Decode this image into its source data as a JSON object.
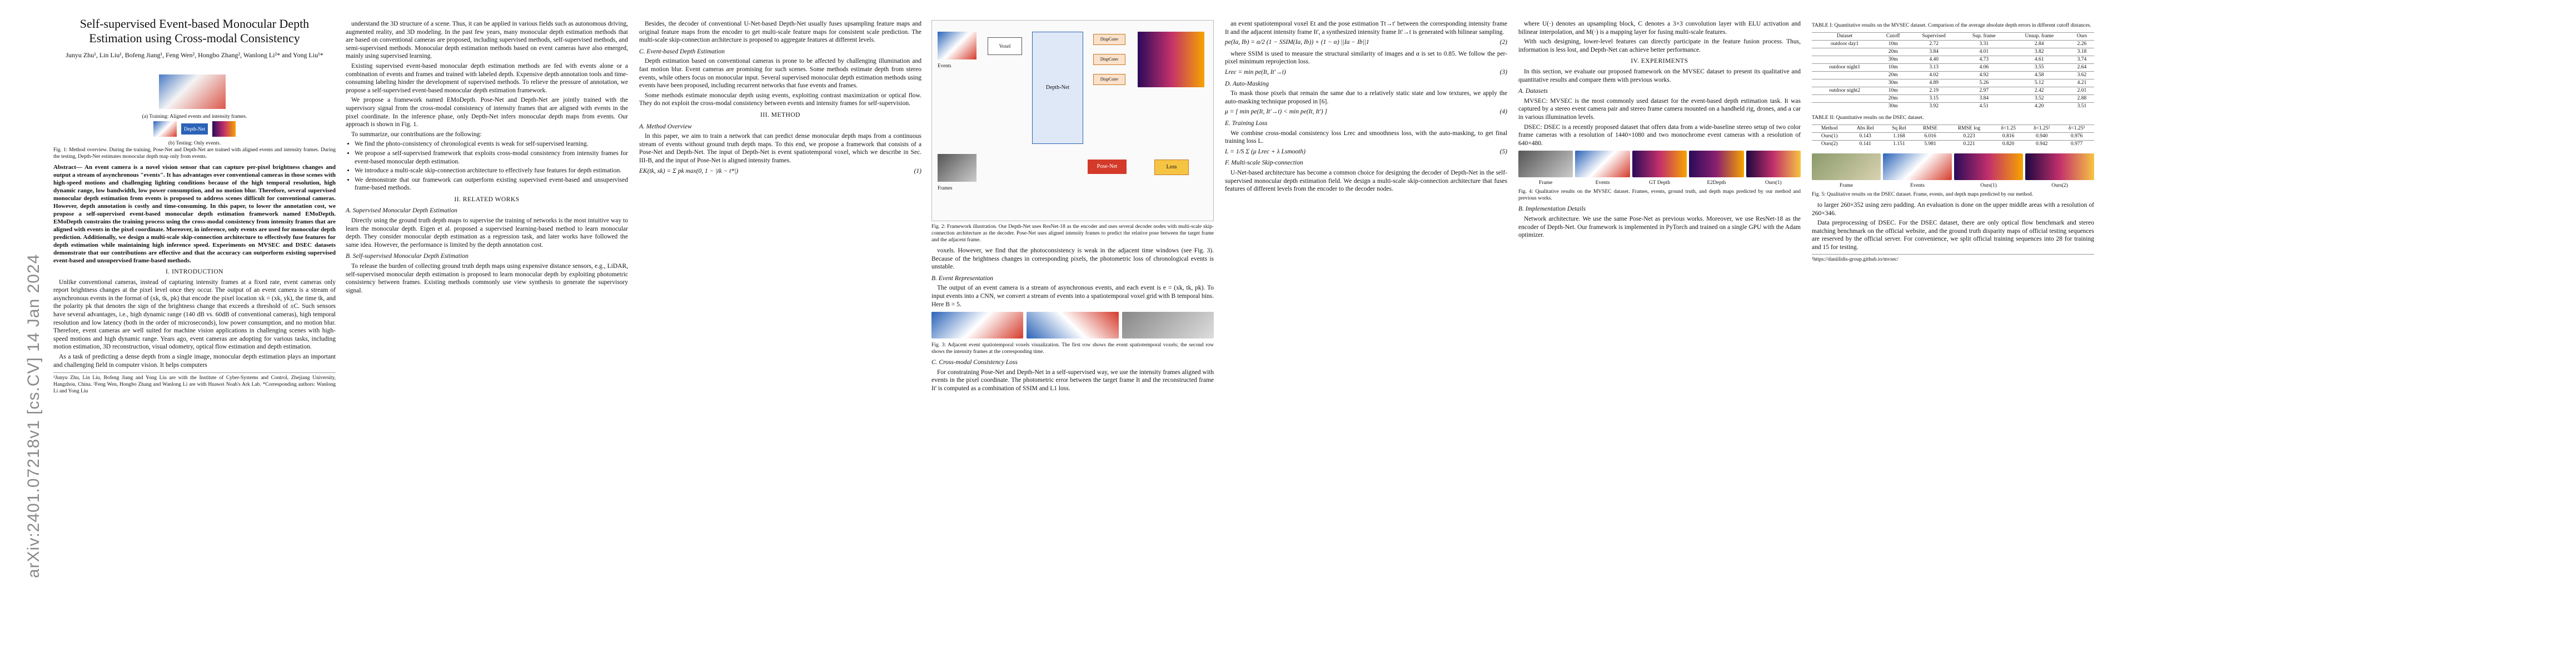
{
  "arxiv_id": "arXiv:2401.07218v1 [cs.CV] 14 Jan 2024",
  "title": "Self-supervised Event-based Monocular Depth Estimation using Cross-modal Consistency",
  "authors": "Junyu Zhu¹, Lin Liu¹, Bofeng Jiang¹, Feng Wen², Hongbo Zhang², Wanlong Li²* and Yong Liu¹*",
  "abstract": "Abstract— An event camera is a novel vision sensor that can capture per-pixel brightness changes and output a stream of asynchronous \"events\". It has advantages over conventional cameras in those scenes with high-speed motions and challenging lighting conditions because of the high temporal resolution, high dynamic range, low bandwidth, low power consumption, and no motion blur. Therefore, several supervised monocular depth estimation from events is proposed to address scenes difficult for conventional cameras. However, depth annotation is costly and time-consuming. In this paper, to lower the annotation cost, we propose a self-supervised event-based monocular depth estimation framework named EMoDepth. EMoDepth constrains the training process using the cross-modal consistency from intensity frames that are aligned with events in the pixel coordinate. Moreover, in inference, only events are used for monocular depth prediction. Additionally, we design a multi-scale skip-connection architecture to effectively fuse features for depth estimation while maintaining high inference speed. Experiments on MVSEC and DSEC datasets demonstrate that our contributions are effective and that the accuracy can outperform existing supervised event-based and unsupervised frame-based methods.",
  "fig1": {
    "label_a": "(a) Training: Aligned events and intensity frames.",
    "label_b": "(b) Testing: Only events.",
    "block": "Depth-Net",
    "caption": "Fig. 1: Method overview. During the training, Pose-Net and Depth-Net are trained with aligned events and intensity frames. During the testing, Depth-Net estimates monocular depth map only from events."
  },
  "s1": {
    "heading": "I. INTRODUCTION",
    "p1": "Unlike conventional cameras, instead of capturing intensity frames at a fixed rate, event cameras only report brightness changes at the pixel level once they occur. The output of an event camera is a stream of asynchronous events in the format of (xk, tk, pk) that encode the pixel location xk = (xk, yk), the time tk, and the polarity pk that denotes the sign of the brightness change that exceeds a threshold of ±C. Such sensors have several advantages, i.e., high dynamic range (140 dB vs. 60dB of conventional cameras), high temporal resolution and low latency (both in the order of microseconds), low power consumption, and no motion blur. Therefore, event cameras are well suited for machine vision applications in challenging scenes with high-speed motions and high dynamic range. Years ago, event cameras are adopting for various tasks, including motion estimation, 3D reconstruction, visual odometry, optical flow estimation and depth estimation.",
    "p2": "As a task of predicting a dense depth from a single image, monocular depth estimation plays an important and challenging field in computer vision. It helps computers"
  },
  "footnote": "¹Junyu Zhu, Lin Liu, Bofeng Jiang and Yong Liu are with the Institute of Cyber-Systems and Control, Zhejiang University, Hangzhou, China. ²Feng Wen, Hongbo Zhang and Wanlong Li are with Huawei Noah's Ark Lab. *Corresponding authors: Wanlong Li and Yong Liu",
  "c2": {
    "p1": "understand the 3D structure of a scene. Thus, it can be applied in various fields such as autonomous driving, augmented reality, and 3D modeling. In the past few years, many monocular depth estimation methods that are based on conventional cameras are proposed, including supervised methods, self-supervised methods, and semi-supervised methods. Monocular depth estimation methods based on event cameras have also emerged, mainly using supervised learning.",
    "p2": "Existing supervised event-based monocular depth estimation methods are fed with events alone or a combination of events and frames and trained with labeled depth. Expensive depth annotation tools and time-consuming labeling hinder the development of supervised methods. To relieve the pressure of annotation, we propose a self-supervised event-based monocular depth estimation framework.",
    "p3": "We propose a framework named EMoDepth. Pose-Net and Depth-Net are jointly trained with the supervisory signal from the cross-modal consistency of intensity frames that are aligned with events in the pixel coordinate. In the inference phase, only Depth-Net infers monocular depth maps from events. Our approach is shown in Fig. 1.",
    "summary": "To summarize, our contributions are the following:",
    "contrib": [
      "We find the photo-consistency of chronological events is weak for self-supervised learning.",
      "We propose a self-supervised framework that exploits cross-modal consistency from intensity frames for event-based monocular depth estimation.",
      "We introduce a multi-scale skip-connection architecture to effectively fuse features for depth estimation.",
      "We demonstrate that our framework can outperform existing supervised event-based and unsupervised frame-based methods."
    ],
    "s2": "II. RELATED WORKS",
    "s2a": "A. Supervised Monocular Depth Estimation",
    "p4": "Directly using the ground truth depth maps to supervise the training of networks is the most intuitive way to learn the monocular depth. Eigen et al. proposed a supervised learning-based method to learn monocular depth. They consider monocular depth estimation as a regression task, and later works have followed the same idea. However, the performance is limited by the depth annotation cost.",
    "s2b": "B. Self-supervised Monocular Depth Estimation",
    "p5": "To release the burden of collecting ground truth depth maps using expensive distance sensors, e.g., LiDAR, self-supervised monocular depth estimation is proposed to learn monocular depth by exploiting photometric consistency between frames. Existing methods commonly use view synthesis to generate the supervisory signal."
  },
  "c3": {
    "p1": "Besides, the decoder of conventional U-Net-based Depth-Net usually fuses upsampling feature maps and original feature maps from the encoder to get multi-scale feature maps for consistent scale prediction. The multi-scale skip-connection architecture is proposed to aggregate features at different levels.",
    "s2c": "C. Event-based Depth Estimation",
    "p2": "Depth estimation based on conventional cameras is prone to be affected by challenging illumination and fast motion blur. Event cameras are promising for such scenes. Some methods estimate depth from stereo events, while others focus on monocular input. Several supervised monocular depth estimation methods using events have been proposed, including recurrent networks that fuse events and frames.",
    "p3": "Some methods estimate monocular depth using events, exploiting contrast maximization or optical flow. They do not exploit the cross-modal consistency between events and intensity frames for self-supervision.",
    "s3": "III. METHOD",
    "s3a": "A. Method Overview",
    "p4": "In this paper, we aim to train a network that can predict dense monocular depth maps from a continuous stream of events without ground truth depth maps. To this end, we propose a framework that consists of a Pose-Net and Depth-Net. The input of Depth-Net is event spatiotemporal voxel, which we describe in Sec. III-B, and the input of Pose-Net is aligned intensity frames.",
    "eq1": "EK(tk, xk) = Σ pk max(0, 1 − |tk − t*|)",
    "eq1n": "(1)"
  },
  "fig2": {
    "nodes": [
      "Events",
      "Voxel",
      "Depth-Net",
      "DispConv",
      "Pose-Net",
      "Frames",
      "Loss"
    ],
    "caption": "Fig. 2: Framework illustration. Our Depth-Net uses ResNet-18 as the encoder and uses several decoder nodes with multi-scale skip-connection architecture as the decoder. Pose-Net uses aligned intensity frames to predict the relative pose between the target frame and the adjacent frame."
  },
  "c4": {
    "p1": "voxels. However, we find that the photoconsistency is weak in the adjacent time windows (see Fig. 3). Because of the brightness changes in corresponding pixels, the photometric loss of chronological events is unstable.",
    "s3b": "B. Event Representation",
    "p2": "The output of an event camera is a stream of asynchronous events, and each event is e = (xk, tk, pk). To input events into a CNN, we convert a stream of events into a spatiotemporal voxel grid with B temporal bins. Here B = 5.",
    "s3c": "C. Cross-modal Consistency Loss",
    "p3": "For constraining Pose-Net and Depth-Net in a self-supervised way, we use the intensity frames aligned with events in the pixel coordinate. The photometric error between the target frame It and the reconstructed frame It' is computed as a combination of SSIM and L1 loss.",
    "fig3_caption": "Fig. 3: Adjacent event spatiotemporal voxels visualization. The first row shows the event spatiotemporal voxels; the second row shows the intensity frames at the corresponding time."
  },
  "c5": {
    "p1": "an event spatiotemporal voxel Et and the pose estimation Tt→t' between the corresponding intensity frame It and the adjacent intensity frame It', a synthesized intensity frame It'→t is generated with bilinear sampling.",
    "eq2": "pe(Ia, Ib) = α/2 (1 − SSIM(Ia, Ib)) + (1 − α) ||Ia − Ib||1",
    "eq2n": "(2)",
    "p2": "where SSIM is used to measure the structural similarity of images and α is set to 0.85. We follow the per-pixel minimum reprojection loss.",
    "eq3": "Lrec = min pe(It, It'→t)",
    "eq3n": "(3)",
    "s3d": "D. Auto-Masking",
    "p3": "To mask those pixels that remain the same due to a relatively static state and low textures, we apply the auto-masking technique proposed in [6].",
    "eq4": "μ = [ min pe(It, It'→t) < min pe(It, It') ]",
    "eq4n": "(4)",
    "s3e": "E. Training Loss",
    "p4": "We combine cross-modal consistency loss Lrec and smoothness loss, with the auto-masking, to get final training loss L.",
    "eq5": "L = 1/S Σ (μ Lrec + λ Lsmooth)",
    "eq5n": "(5)",
    "s3f": "F. Multi-scale Skip-connection",
    "p5": "U-Net-based architecture has become a common choice for designing the decoder of Depth-Net in the self-supervised monocular depth estimation field. We design a multi-scale skip-connection architecture that fuses features of different levels from the encoder to the decoder nodes."
  },
  "c6": {
    "p1": "where U(·) denotes an upsampling block, C denotes a 3×3 convolution layer with ELU activation and bilinear interpolation, and M(·) is a mapping layer for fusing multi-scale features.",
    "p2": "With such designing, lower-level features can directly participate in the feature fusion process. Thus, information is less lost, and Depth-Net can achieve better performance.",
    "s4": "IV. EXPERIMENTS",
    "p3": "In this section, we evaluate our proposed framework on the MVSEC dataset to present its qualitative and quantitative results and compare them with previous works.",
    "s4a": "A. Datasets",
    "p4": "MVSEC: MVSEC is the most commonly used dataset for the event-based depth estimation task. It was captured by a stereo event camera pair and stereo frame camera mounted on a handheld rig, drones, and a car in various illumination levels.",
    "p5": "DSEC: DSEC is a recently proposed dataset that offers data from a wide-baseline stereo setup of two color frame cameras with a resolution of 1440×1080 and two monochrome event cameras with a resolution of 640×480.",
    "fig4_caption": "Fig. 4: Qualitative results on the MVSEC dataset. Frames, events, ground truth, and depth maps predicted by our method and previous works.",
    "fig4_labels": [
      "Frame",
      "Events",
      "GT Depth",
      "E2Depth",
      "Ours(1)"
    ],
    "s4b": "B. Implementation Details",
    "p6": "Network architecture. We use the same Pose-Net as previous works. Moreover, we use ResNet-18 as the encoder of Depth-Net. Our framework is implemented in PyTorch and trained on a single GPU with the Adam optimizer."
  },
  "table1": {
    "caption": "TABLE I: Quantitative results on the MVSEC dataset. Comparison of the average absolute depth errors in different cutoff distances.",
    "headers": [
      "Dataset",
      "Cutoff",
      "Supervised",
      "Sup. frame",
      "Unsup. frame",
      "Ours"
    ],
    "rows": [
      [
        "outdoor day1",
        "10m",
        "2.72",
        "3.31",
        "2.84",
        "2.26"
      ],
      [
        "",
        "20m",
        "3.84",
        "4.01",
        "3.82",
        "3.18"
      ],
      [
        "",
        "30m",
        "4.40",
        "4.73",
        "4.61",
        "3.74"
      ],
      [
        "outdoor night1",
        "10m",
        "3.13",
        "4.06",
        "3.55",
        "2.64"
      ],
      [
        "",
        "20m",
        "4.02",
        "4.92",
        "4.58",
        "3.62"
      ],
      [
        "",
        "30m",
        "4.89",
        "5.26",
        "5.12",
        "4.21"
      ],
      [
        "outdoor night2",
        "10m",
        "2.19",
        "2.97",
        "2.42",
        "2.01"
      ],
      [
        "",
        "20m",
        "3.15",
        "3.84",
        "3.52",
        "2.88"
      ],
      [
        "",
        "30m",
        "3.92",
        "4.51",
        "4.20",
        "3.51"
      ]
    ]
  },
  "table2": {
    "caption": "TABLE II: Quantitative results on the DSEC dataset.",
    "headers": [
      "Method",
      "Abs Rel",
      "Sq Rel",
      "RMSE",
      "RMSE log",
      "δ<1.25",
      "δ<1.25²",
      "δ<1.25³"
    ],
    "rows": [
      [
        "Ours(1)",
        "0.143",
        "1.168",
        "6.016",
        "0.223",
        "0.816",
        "0.940",
        "0.976"
      ],
      [
        "Ours(2)",
        "0.141",
        "1.151",
        "5.981",
        "0.221",
        "0.820",
        "0.942",
        "0.977"
      ]
    ]
  },
  "c7": {
    "fig5_caption": "Fig. 5: Qualitative results on the DSEC dataset. Frame, events, and depth maps predicted by our method.",
    "fig5_labels": [
      "Frame",
      "Events",
      "Ours(1)",
      "Ours(2)"
    ],
    "p1": "to larger 260×352 using zero padding. An evaluation is done on the upper middle areas with a resolution of 260×346.",
    "p2": "Data preprocessing of DSEC. For the DSEC dataset, there are only optical flow benchmark and stereo matching benchmark on the official website, and the ground truth disparity maps of official testing sequences are reserved by the official server. For convenience, we split official training sequences into 28 for training and 15 for testing.",
    "footer": "¹https://daniilidis-group.github.io/mvsec/"
  },
  "colors": {
    "accent_red": "#d43a2a",
    "accent_blue": "#2a63b8",
    "depth_a": "#2b0a5a",
    "depth_b": "#f6a400"
  }
}
